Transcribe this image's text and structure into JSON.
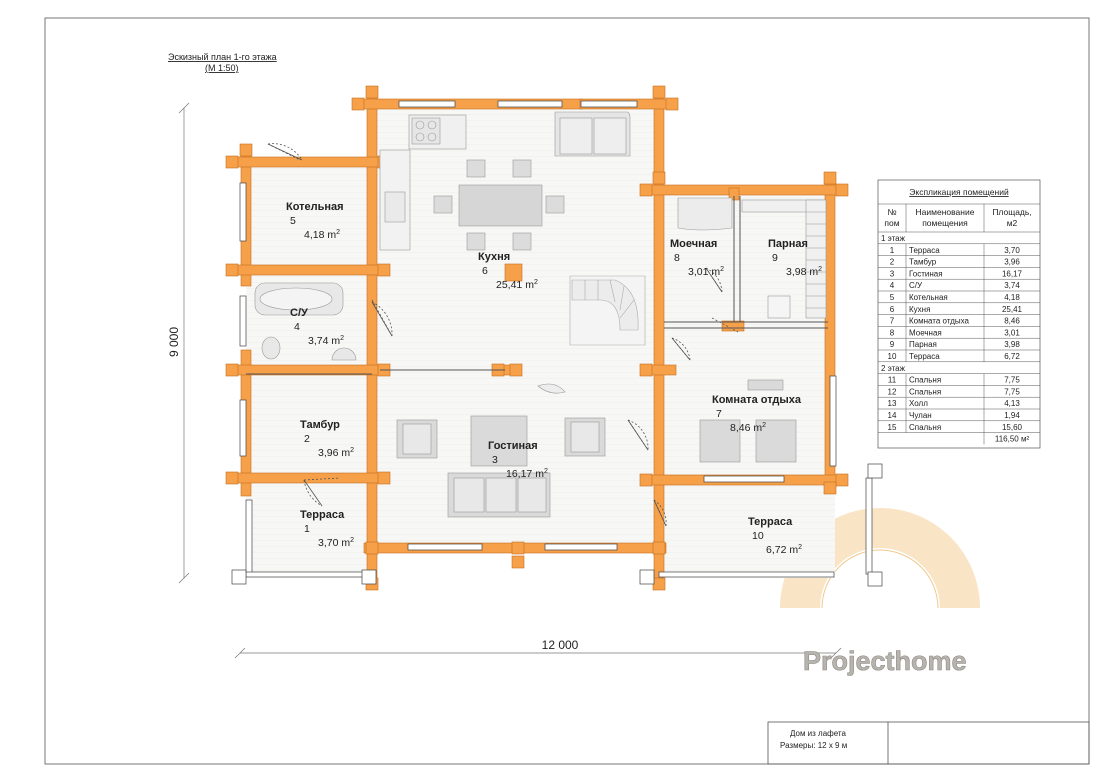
{
  "sheet_title": {
    "line1": "Эскизный план 1-го этажа",
    "line2": "(М 1:50)"
  },
  "dimensions": {
    "width": "12 000",
    "height": "9 000"
  },
  "rooms": [
    {
      "name": "Котельная",
      "number": "5",
      "area": "4,18 m"
    },
    {
      "name": "Кухня",
      "number": "6",
      "area": "25,41 m"
    },
    {
      "name": "Моечная",
      "number": "8",
      "area": "3,01 m"
    },
    {
      "name": "Парная",
      "number": "9",
      "area": "3,98 m"
    },
    {
      "name": "С/У",
      "number": "4",
      "area": "3,74 m"
    },
    {
      "name": "Комната отдыха",
      "number": "7",
      "area": "8,46 m"
    },
    {
      "name": "Тамбур",
      "number": "2",
      "area": "3,96 m"
    },
    {
      "name": "Гостиная",
      "number": "3",
      "area": "16,17 m"
    },
    {
      "name": "Терраса",
      "number": "1",
      "area": "3,70 m"
    },
    {
      "name": "Терраса",
      "number": "10",
      "area": "6,72 m"
    }
  ],
  "area_sup": "2",
  "explication": {
    "title": "Экспликация помещений",
    "headers": {
      "num1": "№",
      "num2": "пом",
      "name1": "Наименование",
      "name2": "помещения",
      "area1": "Площадь,",
      "area2": "м2"
    },
    "floor1": "1 этаж",
    "floor1_rows": [
      [
        "1",
        "Терраса",
        "3,70"
      ],
      [
        "2",
        "Тамбур",
        "3,96"
      ],
      [
        "3",
        "Гостиная",
        "16,17"
      ],
      [
        "4",
        "С/У",
        "3,74"
      ],
      [
        "5",
        "Котельная",
        "4,18"
      ],
      [
        "6",
        "Кухня",
        "25,41"
      ],
      [
        "7",
        "Комната отдыха",
        "8,46"
      ],
      [
        "8",
        "Моечная",
        "3,01"
      ],
      [
        "9",
        "Парная",
        "3,98"
      ],
      [
        "10",
        "Терраса",
        "6,72"
      ]
    ],
    "floor2": "2 этаж",
    "floor2_rows": [
      [
        "11",
        "Спальня",
        "7,75"
      ],
      [
        "12",
        "Спальня",
        "7,75"
      ],
      [
        "13",
        "Холл",
        "4,13"
      ],
      [
        "14",
        "Чулан",
        "1,94"
      ],
      [
        "15",
        "Спальня",
        "15,60"
      ]
    ],
    "total": "116,50 м²"
  },
  "logo": "Projecthome",
  "stamp": {
    "line1": "Дом из лафета",
    "line2": "Размеры: 12 х 9 м"
  },
  "colors": {
    "log": "#f6a04a",
    "log_stroke": "#c76f1e",
    "floor": "#f5f5f3",
    "furniture": "#d9d9d9",
    "logo_arc": "#f7dcb3"
  }
}
